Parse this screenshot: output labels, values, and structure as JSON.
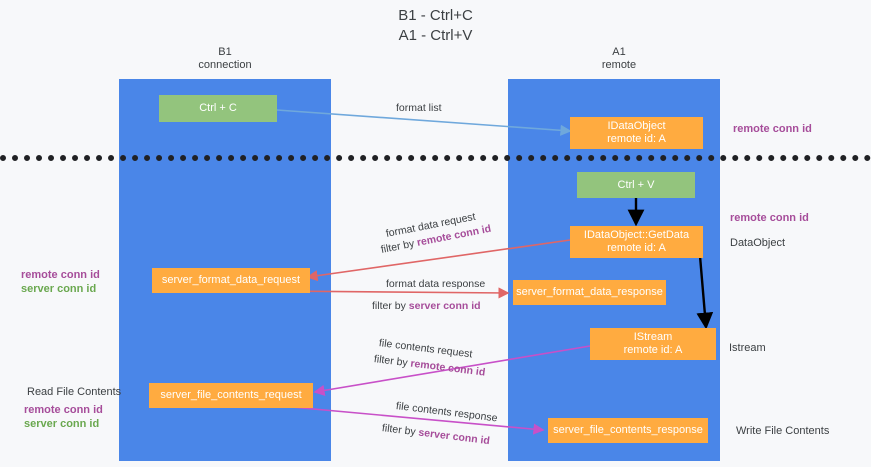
{
  "title": {
    "line1": "B1 - Ctrl+C",
    "line2": "A1 - Ctrl+V"
  },
  "columns": [
    {
      "name": "B1",
      "sub": "connection"
    },
    {
      "name": "A1",
      "sub": "remote"
    }
  ],
  "colors": {
    "lane": "#4a86e8",
    "node_green": "#93c47d",
    "node_orange": "#ffab40",
    "purple": "#a64d9a",
    "green_text": "#6aa84f",
    "arrow_blue": "#6fa8dc",
    "arrow_red": "#e06666",
    "arrow_magenta": "#c850c8",
    "arrow_black": "#000000",
    "divider": "#202124",
    "background": "#f7f8fa"
  },
  "nodes": {
    "ctrl_c": "Ctrl + C",
    "ctrl_v": "Ctrl + V",
    "idataobject_line1": "IDataObject",
    "idataobject_line2": "remote id: A",
    "getdata_line1": "IDataObject::GetData",
    "getdata_line2": "remote id: A",
    "istream_line1": "IStream",
    "istream_line2": "remote id: A",
    "server_format_data_request": "server_format_data_request",
    "server_format_data_response": "server_format_data_response",
    "server_file_contents_request": "server_file_contents_request",
    "server_file_contents_response": "server_file_contents_response"
  },
  "right_labels": {
    "remote_conn_id_top": "remote conn id",
    "remote_conn_id_mid": "remote conn id",
    "dataobject": "DataObject",
    "istream": "Istream",
    "write_file_contents": "Write File Contents"
  },
  "left_labels": {
    "remote_conn_id_1": "remote conn id",
    "server_conn_id_1": "server conn id",
    "read_file_contents": "Read File Contents",
    "remote_conn_id_2": "remote conn id",
    "server_conn_id_2": "server conn id"
  },
  "edges": {
    "format_list": "format list",
    "format_data_request": "format data request",
    "filter_by_1_prefix": "filter by ",
    "filter_by_1_value": "remote conn id",
    "format_data_response": "format data response",
    "filter_by_2_prefix": "filter by ",
    "filter_by_2_value": "server conn id",
    "file_contents_request": "file contents request",
    "filter_by_3_prefix": "filter by ",
    "filter_by_3_value": "remote conn id",
    "file_contents_response": "file contents response",
    "filter_by_4_prefix": "filter by ",
    "filter_by_4_value": "server conn id"
  }
}
